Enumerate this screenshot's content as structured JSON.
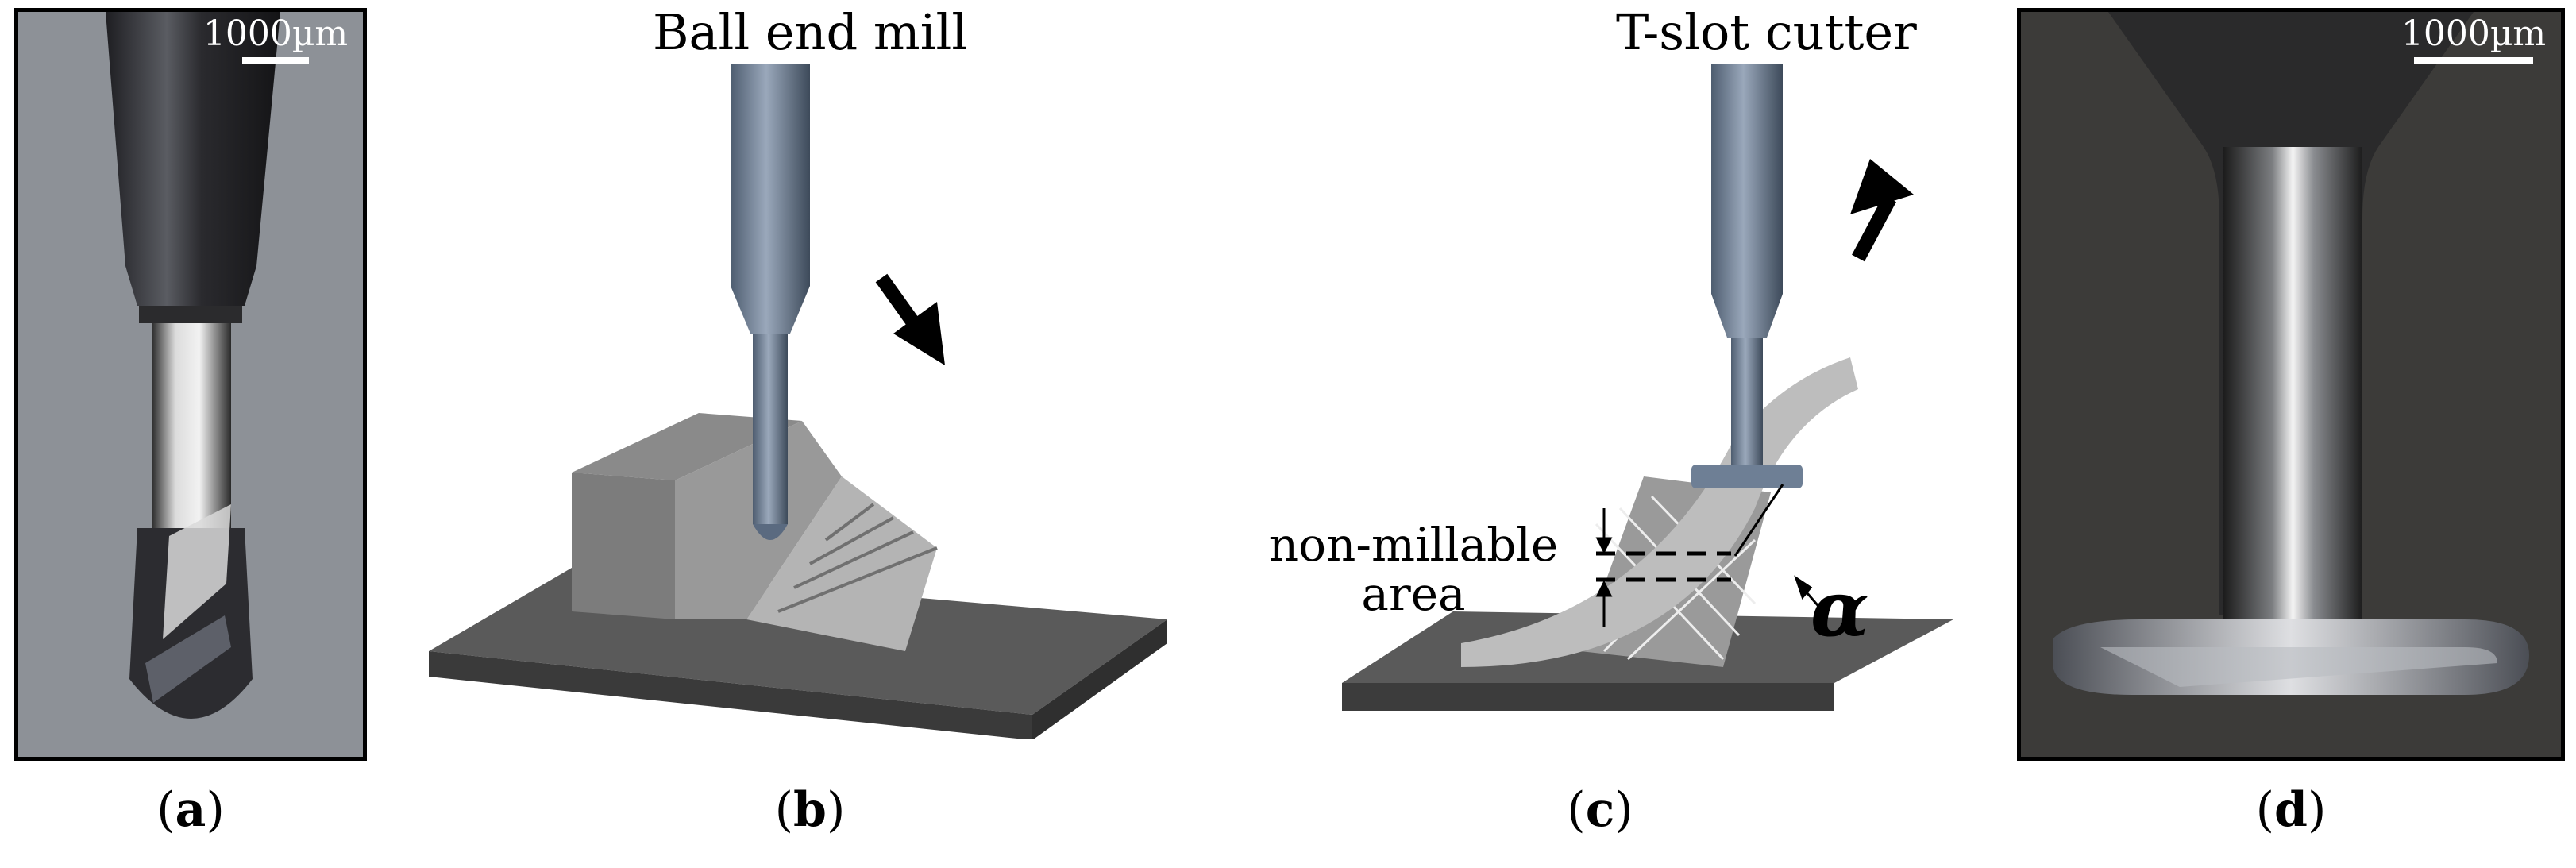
{
  "panels": [
    {
      "id": "a",
      "caption_open": "(",
      "caption_letter": "a",
      "caption_close": ")",
      "scale_label": "1000µm"
    },
    {
      "id": "b",
      "caption_open": "(",
      "caption_letter": "b",
      "caption_close": ")",
      "title": "Ball end mill"
    },
    {
      "id": "c",
      "caption_open": "(",
      "caption_letter": "c",
      "caption_close": ")",
      "title": "T-slot cutter",
      "annotation_line1": "non-millable",
      "annotation_line2": "area",
      "angle_symbol": "α"
    },
    {
      "id": "d",
      "caption_open": "(",
      "caption_letter": "d",
      "caption_close": ")",
      "scale_label": "1000µm"
    }
  ],
  "colors": {
    "tool": "#6e7f95",
    "workpiece": "#8a8a8a",
    "base": "#4d4d4d",
    "photo_bg_a": "#8c9096",
    "photo_bg_d": "#3b3a38"
  }
}
